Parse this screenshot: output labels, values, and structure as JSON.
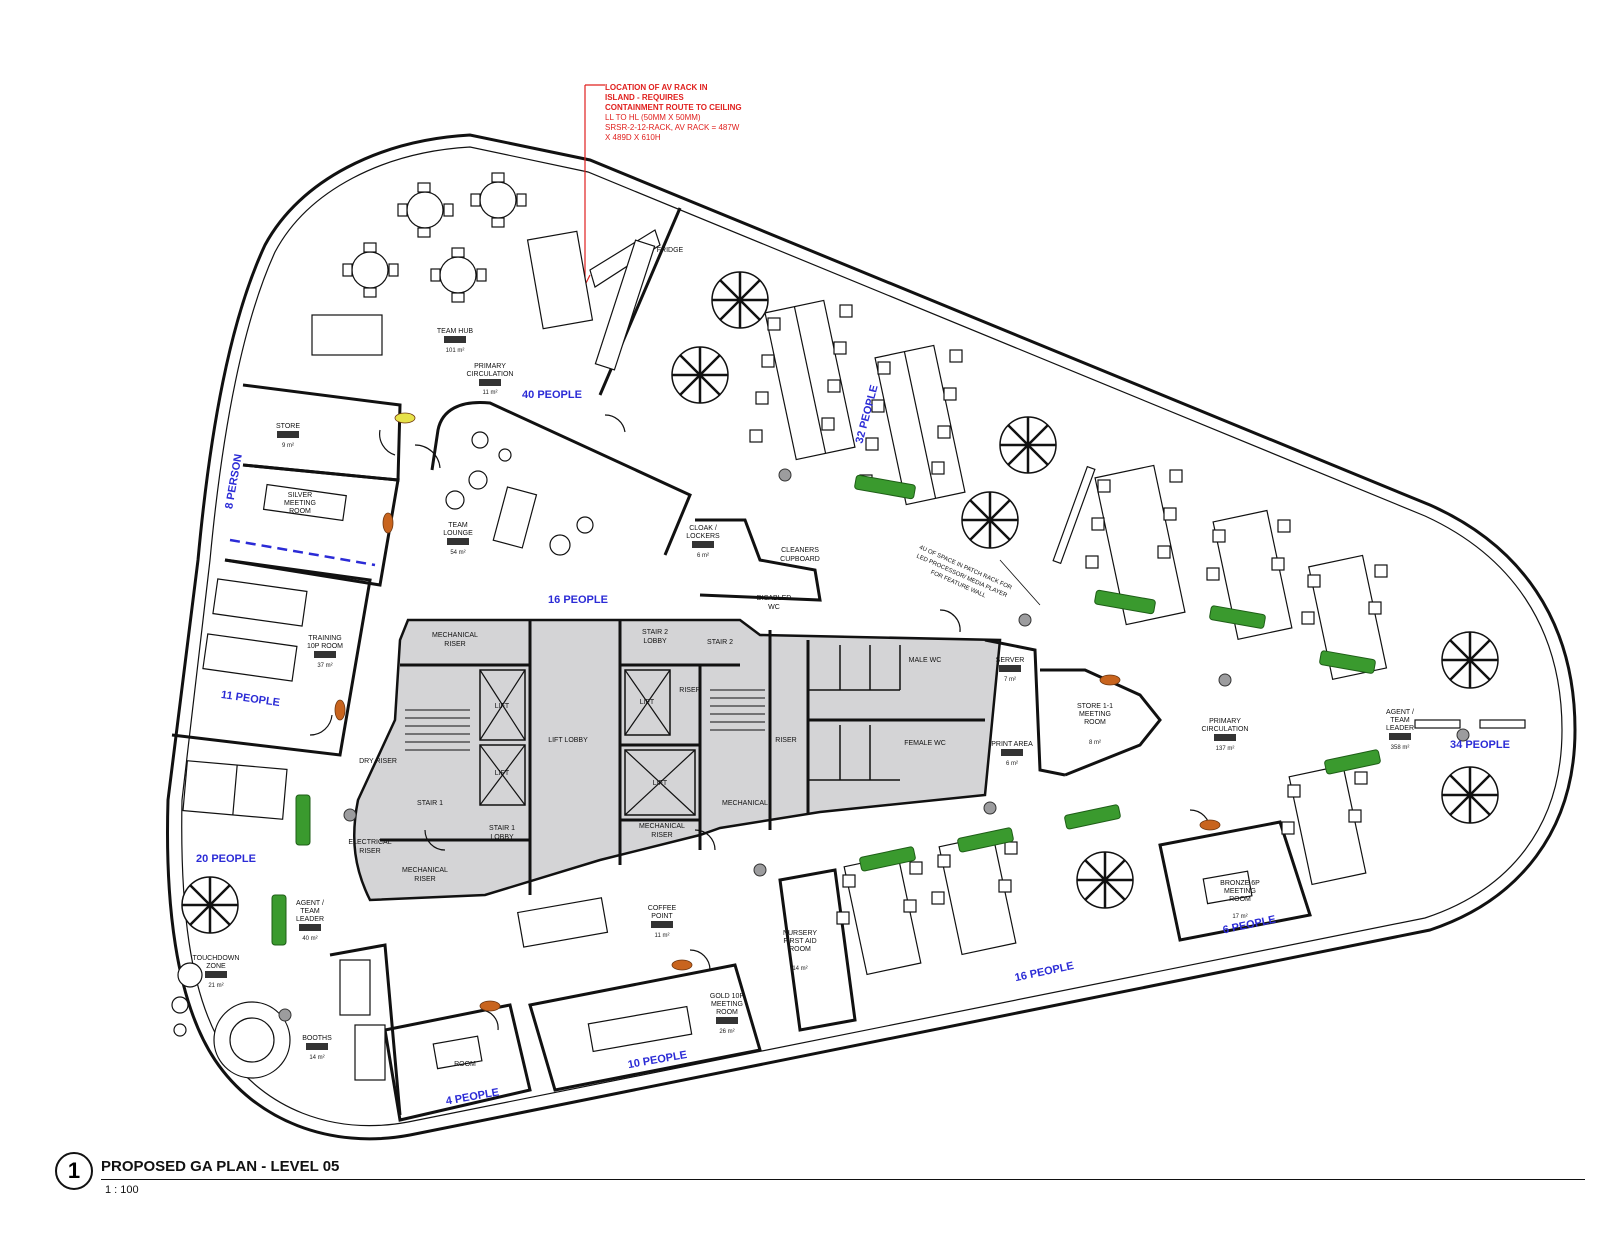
{
  "drawing": {
    "number": "1",
    "title": "PROPOSED GA PLAN - LEVEL 05",
    "scale": "1 : 100"
  },
  "av_note": [
    "LOCATION OF AV RACK IN",
    "ISLAND - REQUIRES",
    "CONTAINMENT ROUTE TO CEILING",
    "LL TO HL (50MM X 50MM)",
    "SRSR-2-12-RACK, AV RACK = 487W",
    "X 489D X 610H"
  ],
  "patch_note": [
    "4U OF SPACE IN PATCH RACK FOR",
    "LED PROCESSOR/ MEDIA PLAYER",
    "FOR FEATURE WALL"
  ],
  "occupancy": {
    "o40": "40 PEOPLE",
    "o32": "32 PEOPLE",
    "o16a": "16 PEOPLE",
    "o8": "8 PERSON",
    "o11": "11 PEOPLE",
    "o20": "20 PEOPLE",
    "o34": "34 PEOPLE",
    "o16b": "16 PEOPLE",
    "o6": "6 PEOPLE",
    "o10": "10 PEOPLE",
    "o4": "4 PEOPLE"
  },
  "rooms": {
    "team_hub": {
      "name": "TEAM HUB",
      "area": "101 m²"
    },
    "primary_circ_1": {
      "name1": "PRIMARY",
      "name2": "CIRCULATION",
      "area": "11 m²"
    },
    "store": {
      "name": "STORE",
      "area": "9 m²"
    },
    "silver": {
      "name1": "SILVER",
      "name2": "MEETING",
      "name3": "ROOM"
    },
    "team_lounge": {
      "name1": "TEAM",
      "name2": "LOUNGE",
      "area": "54 m²"
    },
    "cloak": {
      "name1": "CLOAK /",
      "name2": "LOCKERS",
      "area": "6 m²"
    },
    "cleaners": {
      "name1": "CLEANERS",
      "name2": "CUPBOARD"
    },
    "disabled_wc": {
      "name1": "DISABLED",
      "name2": "WC"
    },
    "training": {
      "name1": "TRAINING",
      "name2": "10P ROOM",
      "area": "37 m²"
    },
    "mech_riser_1": {
      "name1": "MECHANICAL",
      "name2": "RISER"
    },
    "stair2_lobby": {
      "name1": "STAIR 2",
      "name2": "LOBBY"
    },
    "stair2": {
      "name": "STAIR 2"
    },
    "lift_lobby": {
      "name": "LIFT LOBBY"
    },
    "lift": {
      "name": "LIFT"
    },
    "riser": {
      "name": "RISER"
    },
    "male_wc": {
      "name": "MALE WC"
    },
    "female_wc": {
      "name": "FEMALE WC"
    },
    "server": {
      "name": "SERVER",
      "area": "7 m²"
    },
    "store_meeting": {
      "name1": "STORE 1-1",
      "name2": "MEETING",
      "name3": "ROOM",
      "area": "8 m²"
    },
    "primary_circ_2": {
      "name1": "PRIMARY",
      "name2": "CIRCULATION",
      "area": "137 m²"
    },
    "agent_leader_r": {
      "name1": "AGENT /",
      "name2": "TEAM",
      "name3": "LEADER",
      "area": "358 m²"
    },
    "print_area": {
      "name": "PRINT AREA",
      "area": "6 m²"
    },
    "dry_riser": {
      "name": "DRY RISER"
    },
    "stair1": {
      "name": "STAIR 1"
    },
    "stair1_lobby": {
      "name1": "STAIR 1",
      "name2": "LOBBY"
    },
    "mechanical": {
      "name": "MECHANICAL"
    },
    "mech_riser_2": {
      "name1": "MECHANICAL",
      "name2": "RISER"
    },
    "electrical_riser": {
      "name1": "ELECTRICAL",
      "name2": "RISER"
    },
    "mech_riser_3": {
      "name1": "MECHANICAL",
      "name2": "RISER"
    },
    "agent_leader_l": {
      "name1": "AGENT /",
      "name2": "TEAM",
      "name3": "LEADER",
      "area": "40 m²"
    },
    "touchdown": {
      "name1": "TOUCHDOWN",
      "name2": "ZONE",
      "area": "21 m²"
    },
    "booths": {
      "name": "BOOTHS",
      "area": "14 m²"
    },
    "coffee": {
      "name1": "COFFEE",
      "name2": "POINT",
      "area": "11 m²"
    },
    "nursery": {
      "name1": "NURSERY",
      "name2": "FIRST AID",
      "name3": "ROOM",
      "area": "14 m²"
    },
    "gold": {
      "name1": "GOLD 10P",
      "name2": "MEETING",
      "name3": "ROOM",
      "area": "26 m²"
    },
    "bronze": {
      "name1": "BRONZE 6P",
      "name2": "MEETING",
      "name3": "ROOM",
      "area": "17 m²"
    },
    "room4": {
      "name": "ROOM"
    },
    "fridge": {
      "name": "FRIDGE"
    }
  },
  "colors": {
    "wall": "#111111",
    "core_fill": "#d4d4d6",
    "occupancy_text": "#2b2bd6",
    "annotation_red": "#e0201e",
    "planting": "#3a9a2e",
    "door_marker": "#c8641e"
  }
}
